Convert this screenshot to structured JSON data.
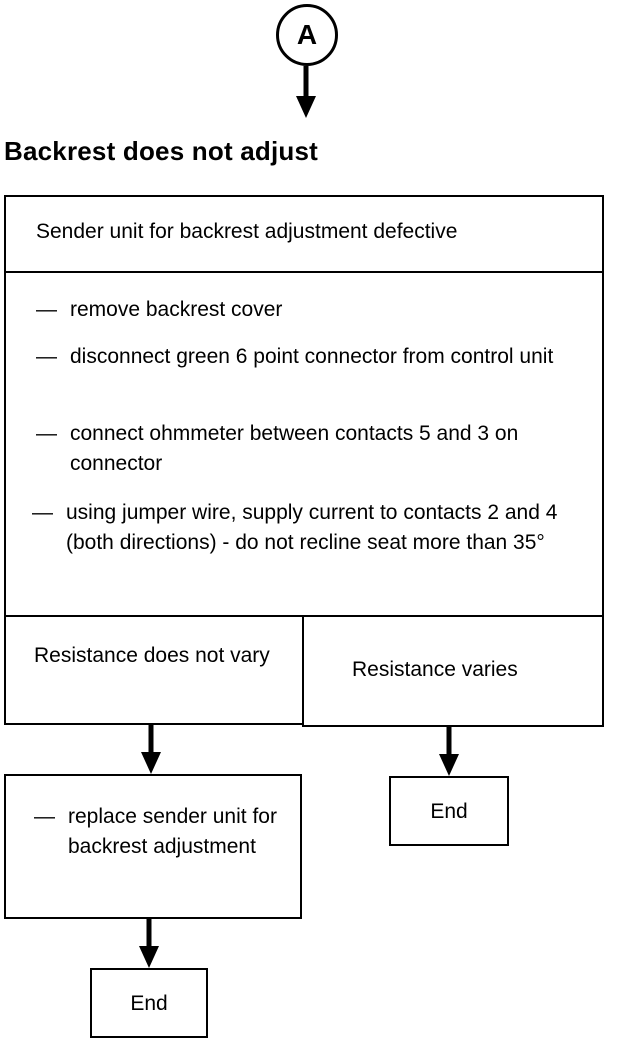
{
  "connector": {
    "label": "A"
  },
  "title": "Backrest does not adjust",
  "cause": "Sender unit for backrest adjustment defective",
  "steps": [
    {
      "dash": "—",
      "text": "remove backrest cover"
    },
    {
      "dash": "—",
      "text": "disconnect green 6 point connector from control unit"
    },
    {
      "dash": "—",
      "text": "connect ohmmeter between contacts 5 and 3 on connector"
    },
    {
      "dash": "—",
      "text": "using jumper wire, supply current to contacts 2 and 4 (both directions) - do not recline seat more than 35°"
    }
  ],
  "outcomes": {
    "left": "Resistance does not vary",
    "right": "Resistance varies"
  },
  "action": {
    "dash": "—",
    "text": "replace sender unit for backrest adjustment"
  },
  "end_left": "End",
  "end_right": "End"
}
